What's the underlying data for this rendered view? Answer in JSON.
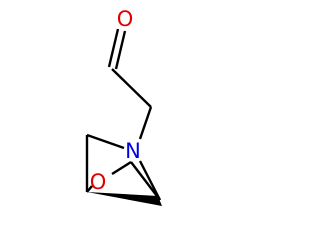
{
  "atoms": {
    "carbonyl_oxygen": {
      "symbol": "O",
      "color": "#e00000"
    },
    "ring_nitrogen": {
      "symbol": "N",
      "color": "#0000e0"
    },
    "ring_oxygen": {
      "symbol": "O",
      "color": "#e00000"
    }
  },
  "colors": {
    "bond": "#000000",
    "background": "#ffffff"
  }
}
